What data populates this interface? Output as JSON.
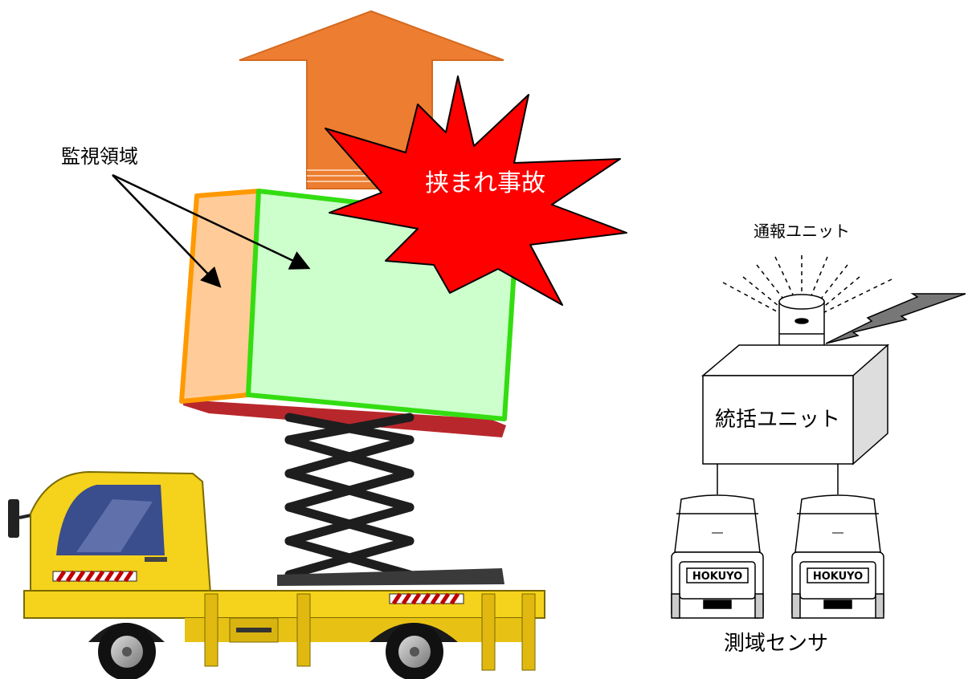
{
  "labels": {
    "monitoring_area": "監視領域",
    "pinch_accident": "挟まれ事故",
    "notification_unit": "通報ユニット",
    "control_unit": "統括ユニット",
    "range_sensor": "測域センサ",
    "sensor_brand": "HOKUYO"
  },
  "colors": {
    "up_arrow": "#ED7D31",
    "burst": "#FF0000",
    "green_zone_fill": "#CCFFCC",
    "green_zone_edge": "#33DD11",
    "orange_zone_fill": "#FFCC99",
    "orange_zone_edge": "#FF9900",
    "truck_body": "#F5D21C",
    "platform": "#B8272C"
  },
  "icons": {
    "up_arrow": "up-arrow-icon",
    "burst": "explosion-burst-icon",
    "lightning": "lightning-bolt-icon",
    "beacon": "warning-light-icon"
  }
}
